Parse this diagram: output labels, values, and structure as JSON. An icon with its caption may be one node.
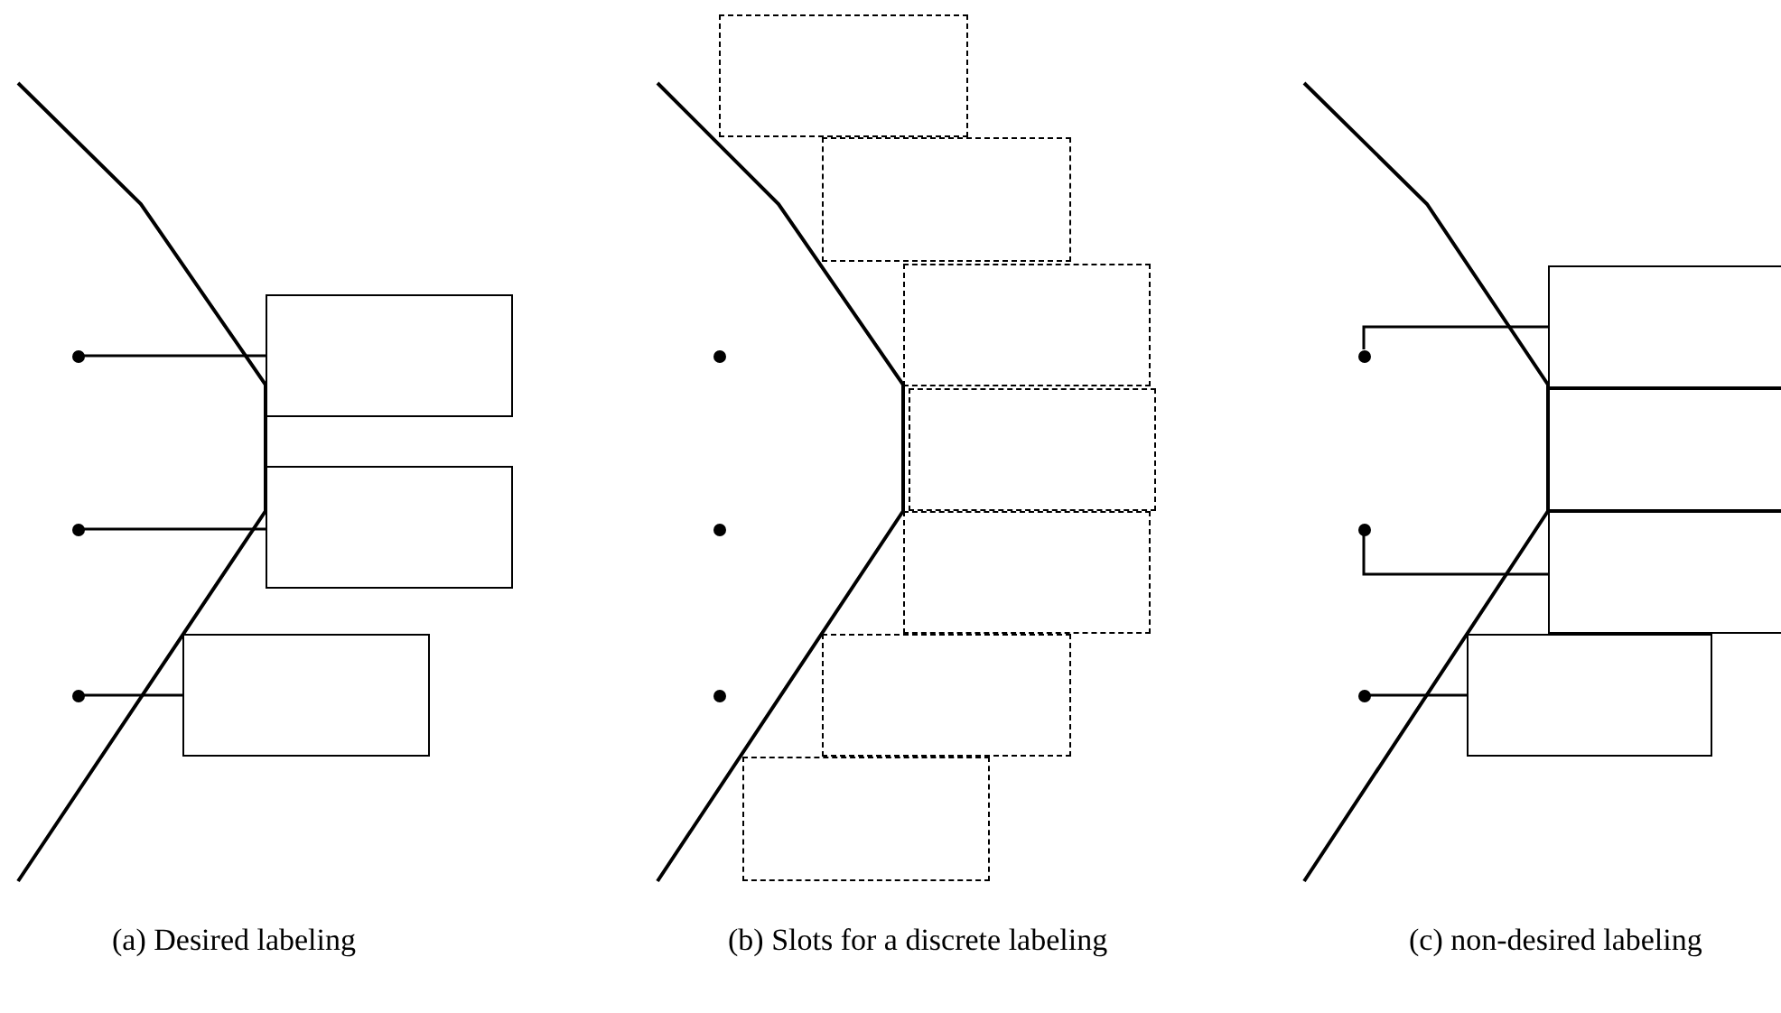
{
  "diagram": {
    "nodes": [
      {
        "text": [],
        "shape": "circle"
      },
      {
        "text": [],
        "shape": "box"
      },
      {
        "text": [],
        "shape": "circle"
      },
      {
        "text": [],
        "shape": "box"
      },
      {
        "text": [],
        "shape": "circle"
      },
      {
        "text": [],
        "shape": "box"
      },
      {
        "text": [],
        "shape": "box"
      },
      {
        "text": [],
        "shape": "box"
      },
      {
        "text": [],
        "shape": "circle"
      },
      {
        "text": [],
        "shape": "box"
      },
      {
        "text": [],
        "shape": "box"
      },
      {
        "text": [],
        "shape": "circle"
      },
      {
        "text": [],
        "shape": "box"
      },
      {
        "text": [],
        "shape": "box"
      },
      {
        "text": [],
        "shape": "circle"
      },
      {
        "text": [],
        "shape": "box"
      },
      {
        "text": [],
        "shape": "circle"
      },
      {
        "text": [],
        "shape": "box"
      },
      {
        "text": [],
        "shape": "box"
      },
      {
        "text": [],
        "shape": "circle"
      },
      {
        "text": [],
        "shape": "box"
      },
      {
        "text": [],
        "shape": "circle"
      },
      {
        "text": [],
        "shape": "box"
      }
    ],
    "edges": [
      {
        "from": 0,
        "to": 1,
        "arrow": "none"
      },
      {
        "from": 2,
        "to": 3,
        "arrow": "none"
      },
      {
        "from": 4,
        "to": 5,
        "arrow": "none"
      },
      {
        "from": 16,
        "to": 17,
        "arrow": "none"
      },
      {
        "from": 19,
        "to": 20,
        "arrow": "none"
      },
      {
        "from": 21,
        "to": 22,
        "arrow": "none"
      }
    ],
    "labels": [
      "(a) Desired labeling",
      "(b) Slots for a discrete labeling",
      "(c) non-desired labeling"
    ]
  }
}
